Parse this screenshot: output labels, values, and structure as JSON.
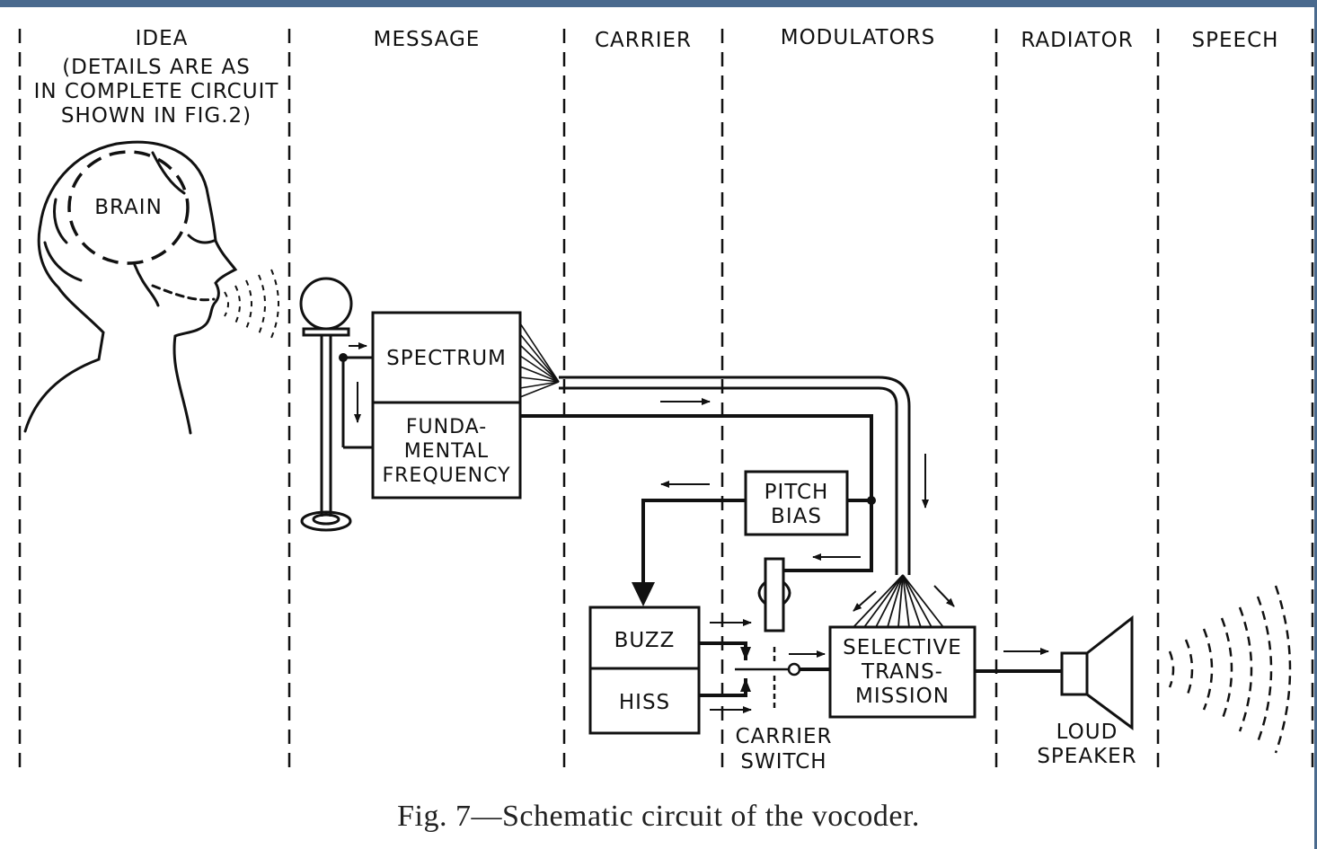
{
  "columns": {
    "idea": "IDEA",
    "idea_note": "(DETAILS ARE AS\nIN COMPLETE CIRCUIT\nSHOWN IN FIG.2)",
    "message": "MESSAGE",
    "carrier": "CARRIER",
    "modulators": "MODULATORS",
    "radiator": "RADIATOR",
    "speech": "SPEECH"
  },
  "labels": {
    "brain": "BRAIN",
    "spectrum": "SPECTRUM",
    "fundamental_frequency": "FUNDA-\nMENTAL\nFREQUENCY",
    "pitch_bias": "PITCH\nBIAS",
    "buzz": "BUZZ",
    "hiss": "HISS",
    "selective_transmission": "SELECTIVE\nTRANS-\nMISSION",
    "carrier_switch": "CARRIER\nSWITCH",
    "loud_speaker": "LOUD\nSPEAKER"
  },
  "caption": "Fig. 7—Schematic circuit of the vocoder."
}
